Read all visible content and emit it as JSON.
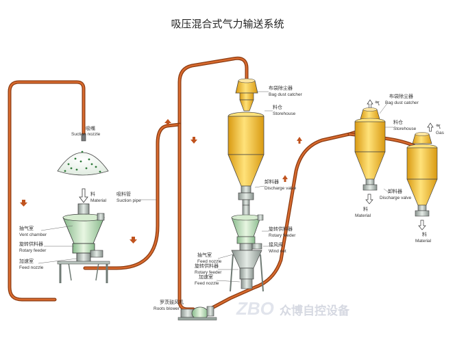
{
  "title": "吸压混合式气力输送系统",
  "labels": {
    "suction_nozzle_cn": "吸嘴",
    "suction_nozzle_en": "Suction nozzle",
    "material_cn": "料",
    "material_en": "Material",
    "vent_chamber_cn": "抽气室",
    "vent_chamber_en": "Vent chamber",
    "rotary_feeder_cn": "旋转供料器",
    "rotary_feeder_en": "Rotary feeder",
    "feed_nozzle_cn": "加速室",
    "feed_nozzle_en": "Feed nozzle",
    "suction_pipe_cn": "吸料管",
    "suction_pipe_en": "Suction pipe",
    "bag_dust_catcher_cn": "布袋除尘器",
    "bag_dust_catcher_en": "Bag dust catcher",
    "storehouse_cn": "料仓",
    "storehouse_en": "Storehouse",
    "discharge_valve_cn": "卸料器",
    "discharge_valve_en": "Discharge valve",
    "m_rotary_feeder_cn": "旋转供料器",
    "m_rotary_feeder_en": "Rotary feeder",
    "wind_net_cn": "接风阀",
    "wind_net_en": "Wind net",
    "m_vent_chamber_cn": "抽气室",
    "m_vent_chamber_en": "Feed nozzle",
    "m_rotary2_cn": "旋转供料器",
    "m_rotary2_en": "Rotary feeder",
    "m_feed_cn": "加速室",
    "m_feed_en": "Feed nozzle",
    "roots_blower_cn": "罗茨鼓风机",
    "roots_blower_en": "Roots blower",
    "gas_cn": "气",
    "r_bag_cn": "布袋除尘器",
    "r_bag_en": "Bag dust catcher",
    "r_store_cn": "料仓",
    "r_store_en": "Storehouse",
    "r_gas_cn": "气",
    "r_gas_en": "Gas",
    "r_discharge_cn": "卸料器",
    "r_discharge_en": "Discharge valve",
    "r_material1_cn": "料",
    "r_material1_en": "Material",
    "r_material2_cn": "料",
    "r_material2_en": "Material"
  },
  "watermark": {
    "logo": "ZBO",
    "company": "众博自控设备"
  },
  "colors": {
    "pipe": "#c0531e",
    "tank_yellow": "#f4c23a",
    "equipment_green": "#bfe0b5",
    "frame_gray": "#9aa7a0"
  }
}
